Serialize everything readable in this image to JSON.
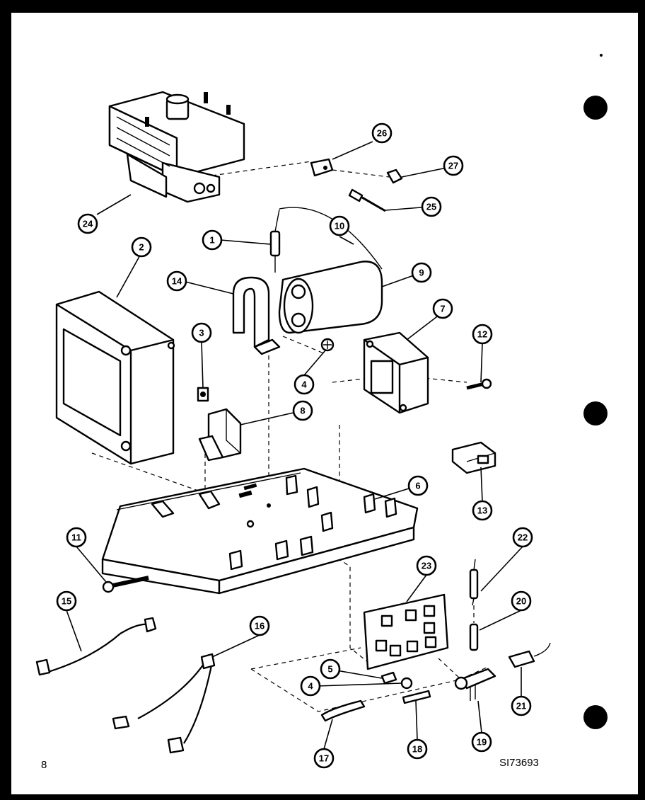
{
  "page_number": "8",
  "diagram_code": "SI73693",
  "callouts": [
    {
      "label": "1"
    },
    {
      "label": "2"
    },
    {
      "label": "3"
    },
    {
      "label": "4"
    },
    {
      "label": "4"
    },
    {
      "label": "5"
    },
    {
      "label": "6"
    },
    {
      "label": "7"
    },
    {
      "label": "8"
    },
    {
      "label": "9"
    },
    {
      "label": "10"
    },
    {
      "label": "11"
    },
    {
      "label": "12"
    },
    {
      "label": "13"
    },
    {
      "label": "14"
    },
    {
      "label": "15"
    },
    {
      "label": "16"
    },
    {
      "label": "17"
    },
    {
      "label": "18"
    },
    {
      "label": "19"
    },
    {
      "label": "20"
    },
    {
      "label": "21"
    },
    {
      "label": "22"
    },
    {
      "label": "23"
    },
    {
      "label": "24"
    },
    {
      "label": "25"
    },
    {
      "label": "26"
    },
    {
      "label": "27"
    }
  ]
}
